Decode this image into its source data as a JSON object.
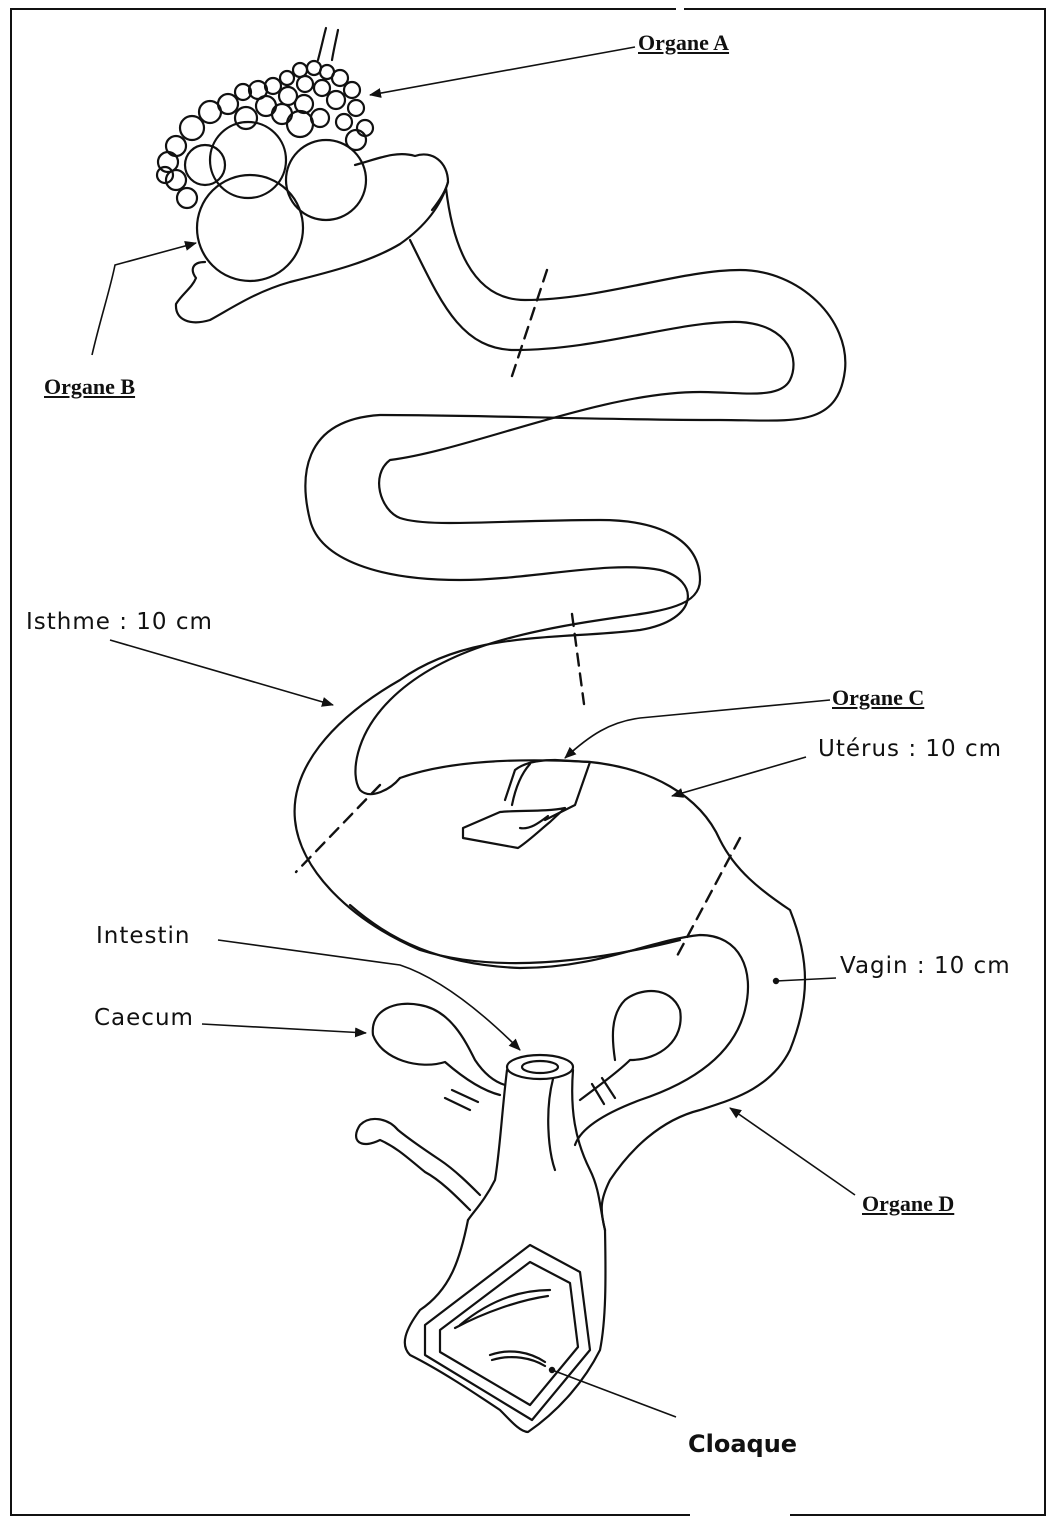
{
  "labels": {
    "organe_a": "Organe A",
    "organe_b": "Organe B",
    "organe_c": "Organe C",
    "organe_d": "Organe D",
    "isthme": "Isthme : 10 cm",
    "uterus": "Utérus : 10 cm",
    "vagin": "Vagin : 10 cm",
    "intestin": "Intestin",
    "caecum": "Caecum",
    "cloaque": "Cloaque"
  }
}
